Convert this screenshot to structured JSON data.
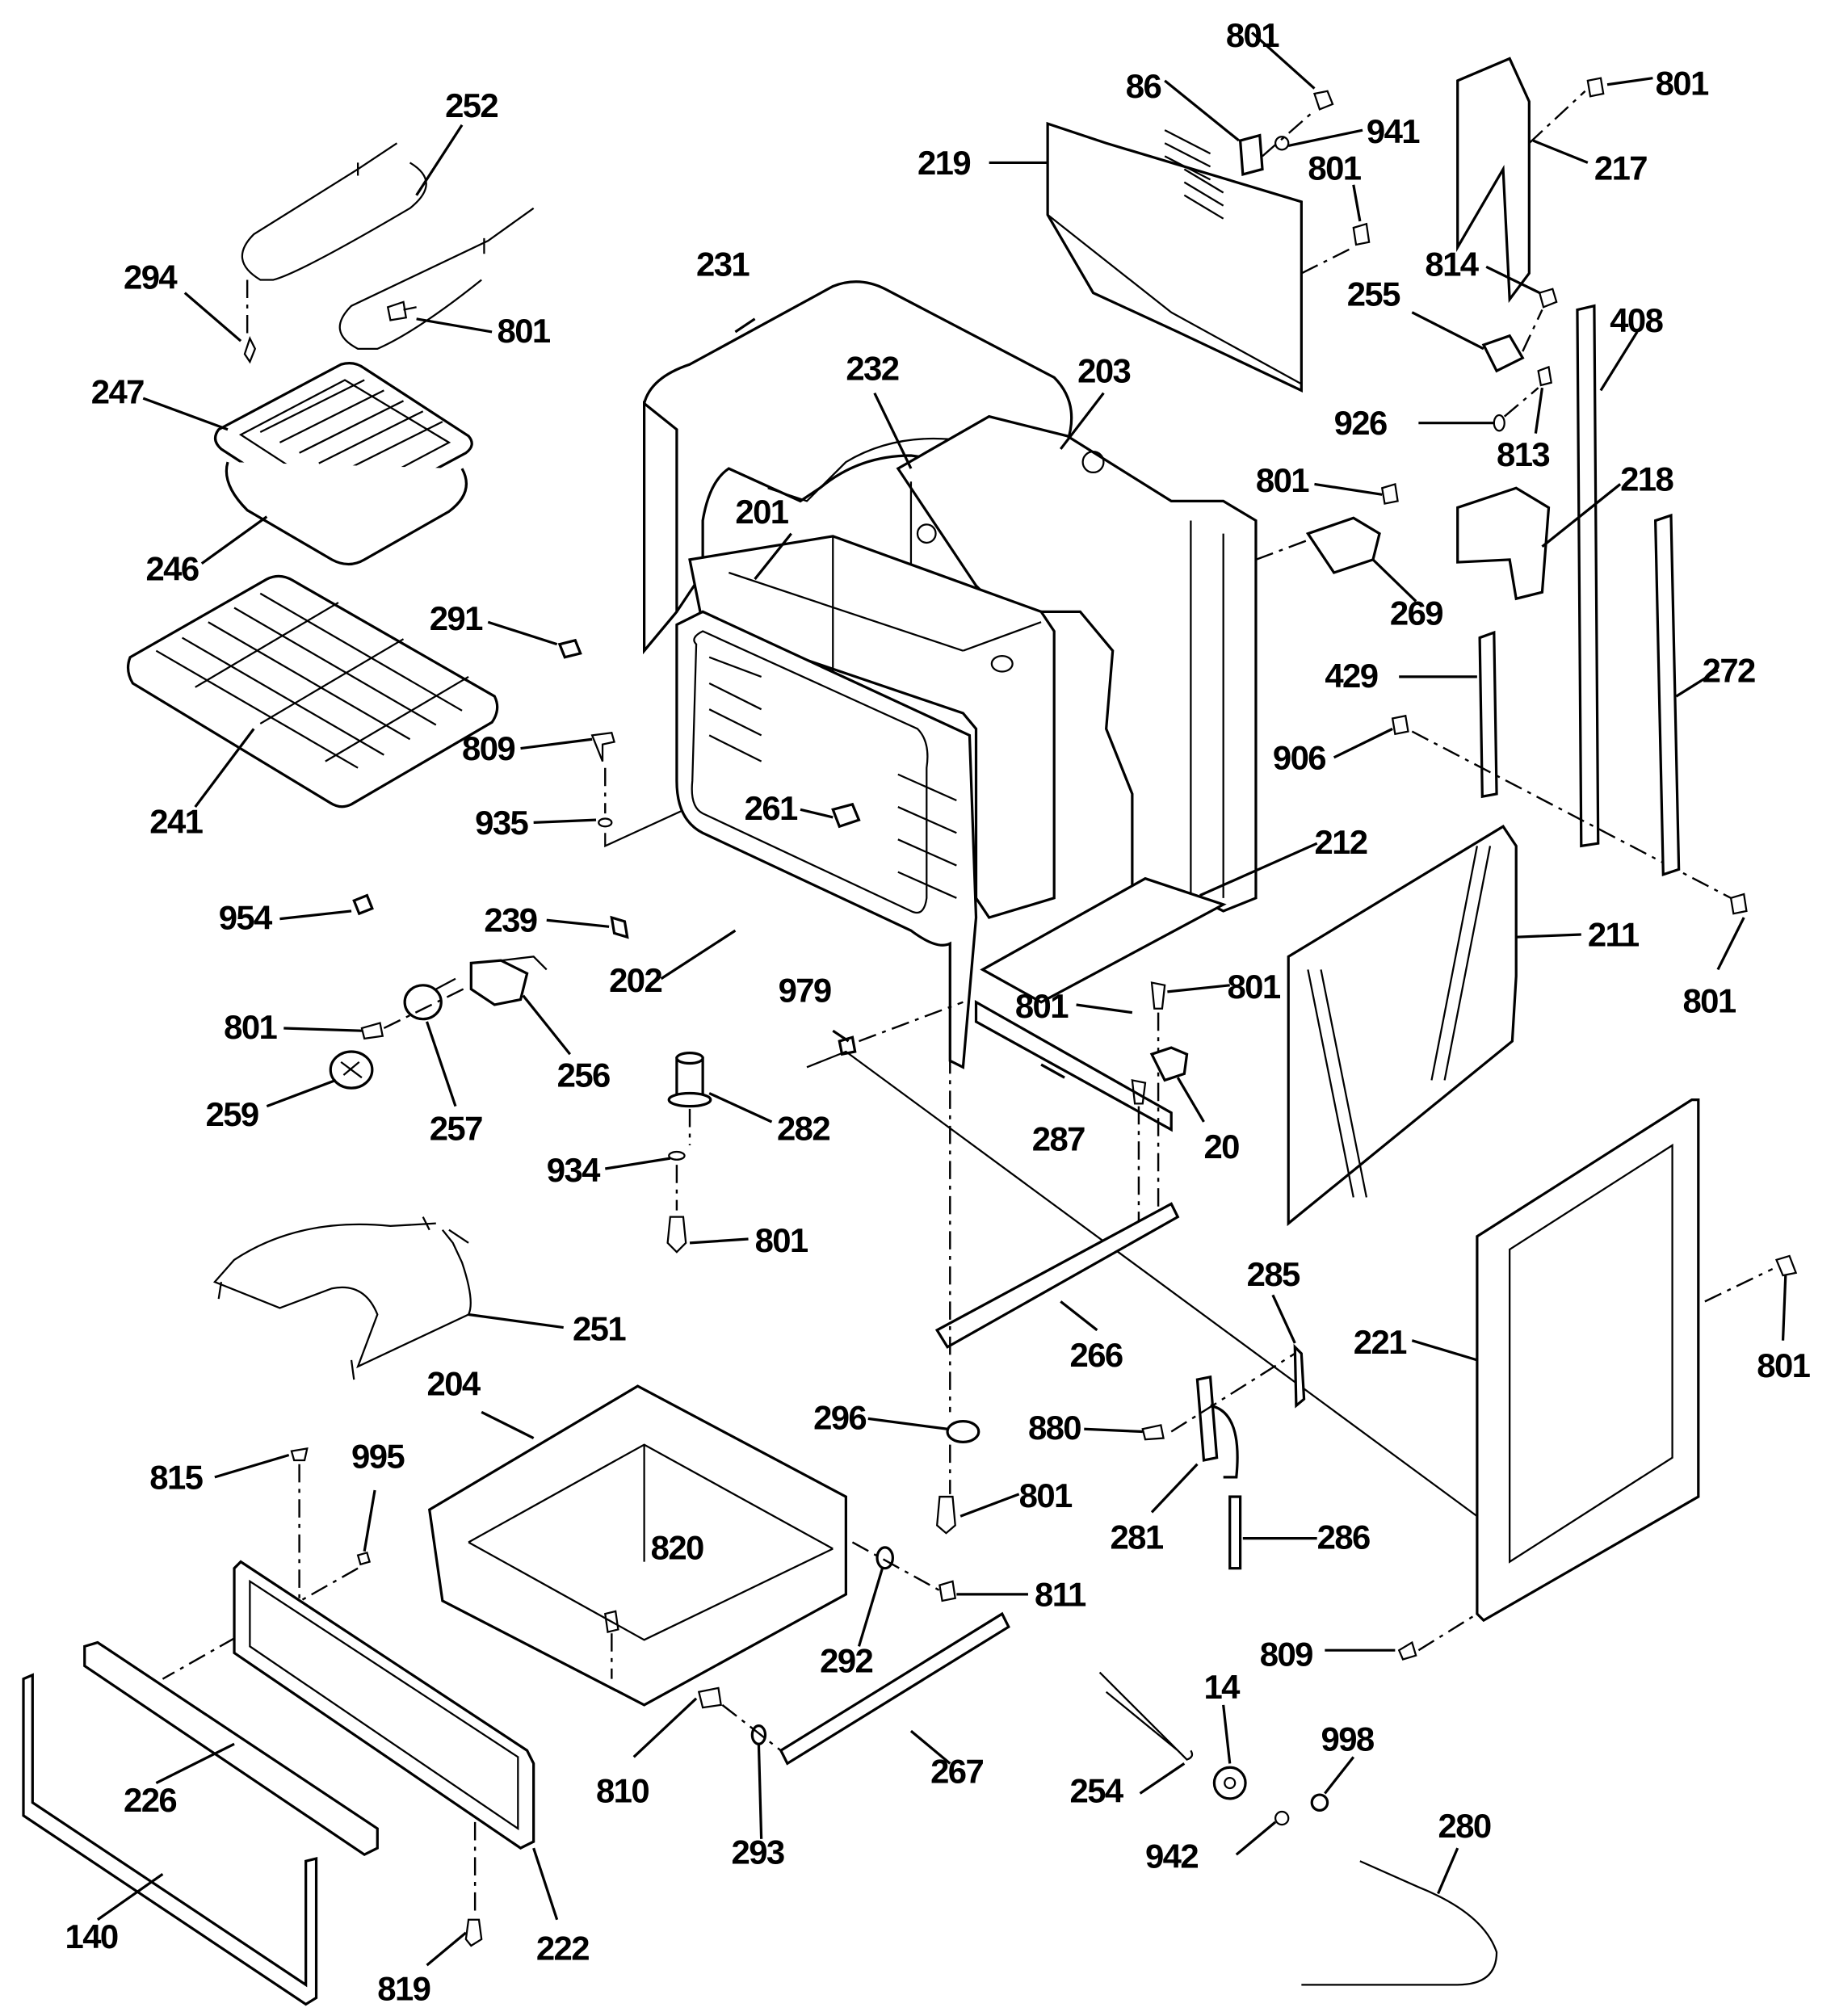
{
  "diagram": {
    "title": "Oven body exploded parts view",
    "parts": [
      {
        "id": "252",
        "label": "252",
        "name": "broil-element"
      },
      {
        "id": "294",
        "label": "294",
        "name": "element-clip"
      },
      {
        "id": "801a",
        "label": "801",
        "name": "screw"
      },
      {
        "id": "247",
        "label": "247",
        "name": "broiler-pan-insert"
      },
      {
        "id": "246",
        "label": "246",
        "name": "broiler-pan"
      },
      {
        "id": "241",
        "label": "241",
        "name": "oven-rack"
      },
      {
        "id": "291",
        "label": "291",
        "name": "rack-stop"
      },
      {
        "id": "809a",
        "label": "809",
        "name": "screw"
      },
      {
        "id": "935",
        "label": "935",
        "name": "washer"
      },
      {
        "id": "954",
        "label": "954",
        "name": "clip"
      },
      {
        "id": "239",
        "label": "239",
        "name": "bracket"
      },
      {
        "id": "801b",
        "label": "801",
        "name": "screw"
      },
      {
        "id": "256",
        "label": "256",
        "name": "lamp-socket"
      },
      {
        "id": "259",
        "label": "259",
        "name": "lamp-cover"
      },
      {
        "id": "257",
        "label": "257",
        "name": "lamp-bulb"
      },
      {
        "id": "282",
        "label": "282",
        "name": "leveling-leg"
      },
      {
        "id": "934",
        "label": "934",
        "name": "washer"
      },
      {
        "id": "801c",
        "label": "801",
        "name": "screw"
      },
      {
        "id": "251",
        "label": "251",
        "name": "bake-element"
      },
      {
        "id": "204",
        "label": "204",
        "name": "drawer-body"
      },
      {
        "id": "815",
        "label": "815",
        "name": "screw"
      },
      {
        "id": "995",
        "label": "995",
        "name": "clip"
      },
      {
        "id": "820",
        "label": "820",
        "name": "screw"
      },
      {
        "id": "226",
        "label": "226",
        "name": "drawer-handle"
      },
      {
        "id": "140",
        "label": "140",
        "name": "drawer-trim"
      },
      {
        "id": "222",
        "label": "222",
        "name": "drawer-front"
      },
      {
        "id": "819",
        "label": "819",
        "name": "screw"
      },
      {
        "id": "231",
        "label": "231",
        "name": "oven-wrapper"
      },
      {
        "id": "232",
        "label": "232",
        "name": "insulation"
      },
      {
        "id": "201",
        "label": "201",
        "name": "oven-liner"
      },
      {
        "id": "203",
        "label": "203",
        "name": "back-panel"
      },
      {
        "id": "261",
        "label": "261",
        "name": "sensor"
      },
      {
        "id": "202",
        "label": "202",
        "name": "front-frame"
      },
      {
        "id": "979",
        "label": "979",
        "name": "clip"
      },
      {
        "id": "287",
        "label": "287",
        "name": "rail"
      },
      {
        "id": "801d",
        "label": "801",
        "name": "screw"
      },
      {
        "id": "801e",
        "label": "801",
        "name": "screw"
      },
      {
        "id": "20",
        "label": "20",
        "name": "bracket"
      },
      {
        "id": "212",
        "label": "212",
        "name": "bottom-panel"
      },
      {
        "id": "266",
        "label": "266",
        "name": "drawer-rail"
      },
      {
        "id": "296",
        "label": "296",
        "name": "roller"
      },
      {
        "id": "801f",
        "label": "801",
        "name": "screw"
      },
      {
        "id": "880",
        "label": "880",
        "name": "screw"
      },
      {
        "id": "281",
        "label": "281",
        "name": "hinge"
      },
      {
        "id": "285",
        "label": "285",
        "name": "hinge-pin"
      },
      {
        "id": "286",
        "label": "286",
        "name": "hinge-spring"
      },
      {
        "id": "810",
        "label": "810",
        "name": "screw"
      },
      {
        "id": "293",
        "label": "293",
        "name": "roller"
      },
      {
        "id": "292",
        "label": "292",
        "name": "roller"
      },
      {
        "id": "811",
        "label": "811",
        "name": "screw"
      },
      {
        "id": "267",
        "label": "267",
        "name": "drawer-rail"
      },
      {
        "id": "254",
        "label": "254",
        "name": "wire-harness"
      },
      {
        "id": "14",
        "label": "14",
        "name": "grommet"
      },
      {
        "id": "942",
        "label": "942",
        "name": "washer"
      },
      {
        "id": "998",
        "label": "998",
        "name": "nut"
      },
      {
        "id": "280",
        "label": "280",
        "name": "temperature-sensor"
      },
      {
        "id": "801g",
        "label": "801",
        "name": "screw"
      },
      {
        "id": "86",
        "label": "86",
        "name": "bracket"
      },
      {
        "id": "941",
        "label": "941",
        "name": "washer"
      },
      {
        "id": "219",
        "label": "219",
        "name": "rear-cover"
      },
      {
        "id": "801h",
        "label": "801",
        "name": "screw"
      },
      {
        "id": "801i",
        "label": "801",
        "name": "screw"
      },
      {
        "id": "217",
        "label": "217",
        "name": "vent-duct"
      },
      {
        "id": "814",
        "label": "814",
        "name": "screw"
      },
      {
        "id": "255",
        "label": "255",
        "name": "terminal-block"
      },
      {
        "id": "926",
        "label": "926",
        "name": "washer"
      },
      {
        "id": "813",
        "label": "813",
        "name": "screw"
      },
      {
        "id": "408",
        "label": "408",
        "name": "side-trim"
      },
      {
        "id": "801j",
        "label": "801",
        "name": "screw"
      },
      {
        "id": "269",
        "label": "269",
        "name": "bracket"
      },
      {
        "id": "218",
        "label": "218",
        "name": "bracket"
      },
      {
        "id": "429",
        "label": "429",
        "name": "side-strip"
      },
      {
        "id": "906",
        "label": "906",
        "name": "screw"
      },
      {
        "id": "272",
        "label": "272",
        "name": "side-trim"
      },
      {
        "id": "211",
        "label": "211",
        "name": "side-panel"
      },
      {
        "id": "801k",
        "label": "801",
        "name": "screw"
      },
      {
        "id": "221",
        "label": "221",
        "name": "door-frame"
      },
      {
        "id": "801l",
        "label": "801",
        "name": "screw"
      },
      {
        "id": "809b",
        "label": "809",
        "name": "screw"
      }
    ]
  }
}
